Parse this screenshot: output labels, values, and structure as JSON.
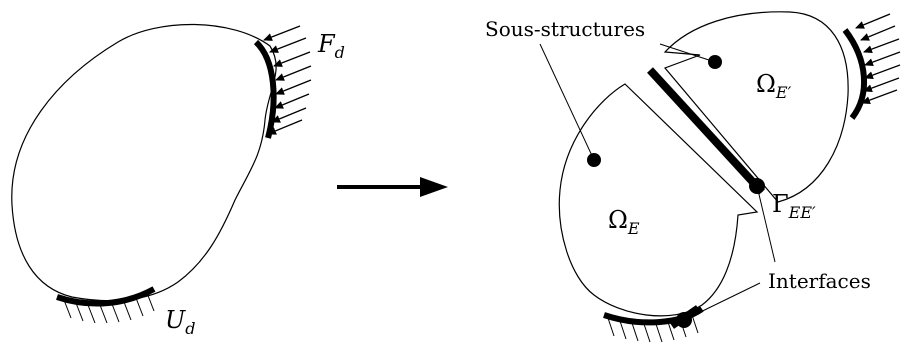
{
  "labels": {
    "force": {
      "main": "F",
      "sub": "d"
    },
    "displacement": {
      "main": "U",
      "sub": "d"
    },
    "substructures": "Sous-structures",
    "interfaces": "Interfaces",
    "omega_e": {
      "main": "Ω",
      "sub": "E"
    },
    "omega_e_prime": {
      "main": "Ω",
      "sub": "E′"
    },
    "gamma": {
      "main": "Γ",
      "sub": "EE′"
    }
  },
  "colors": {
    "stroke": "#000000",
    "background": "#ffffff"
  }
}
